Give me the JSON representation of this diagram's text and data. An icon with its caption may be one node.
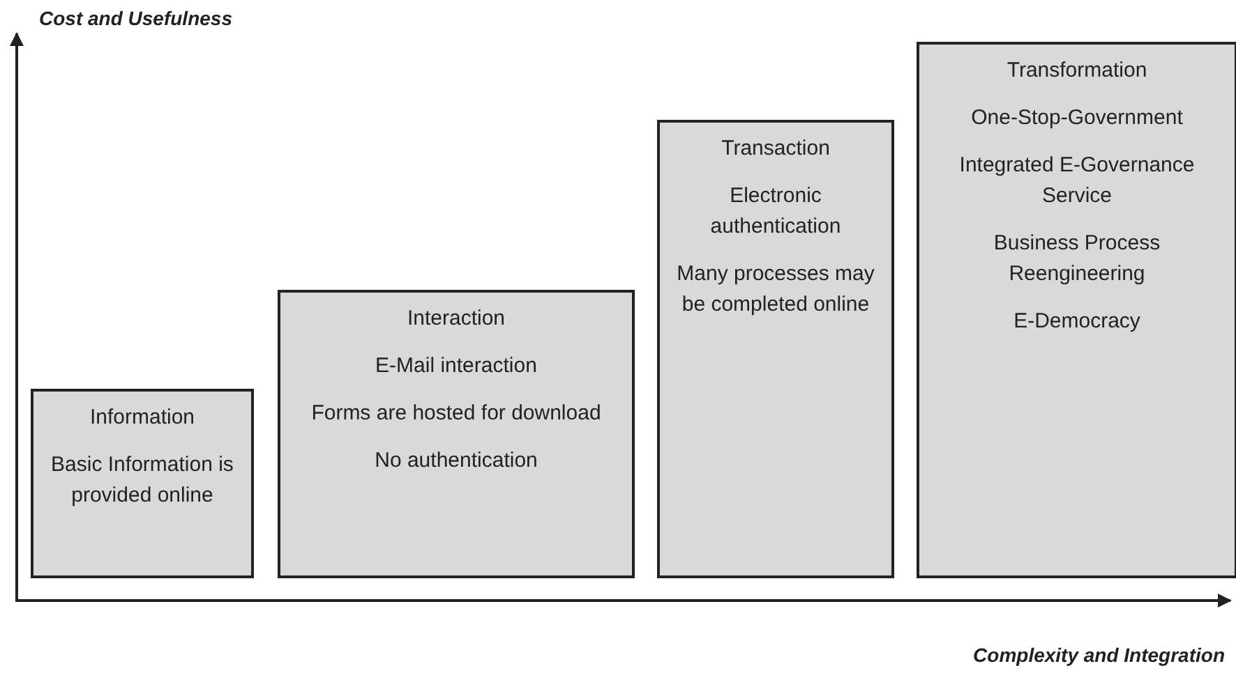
{
  "diagram": {
    "nodes": [
      {
        "text": [
          "Information",
          "Basic Information is provided online"
        ]
      },
      {
        "text": [
          "Interaction",
          "E-Mail interaction",
          "Forms are hosted for download",
          "No authentication"
        ]
      },
      {
        "text": [
          "Transaction",
          "Electronic authentication",
          "Many processes may be completed online"
        ]
      },
      {
        "text": [
          "Transformation",
          "One-Stop-Government",
          "Integrated E-Governance Service",
          "Business Process Reengineering",
          "E-Democracy"
        ]
      }
    ],
    "labels": [
      "Cost and Usefulness",
      "Complexity and Integration"
    ]
  }
}
